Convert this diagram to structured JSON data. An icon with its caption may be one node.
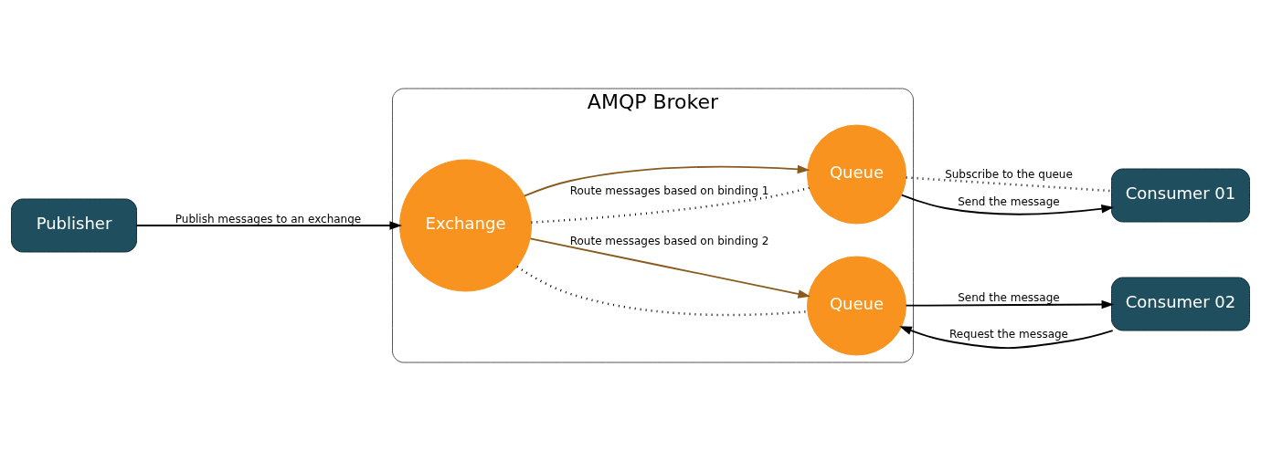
{
  "diagram": {
    "nodes": [
      {
        "text": [
          "AMQP Broker"
        ]
      },
      {
        "text": [
          "Publisher"
        ]
      },
      {
        "text": [
          "Exchange"
        ],
        "in": 0
      },
      {
        "text": [
          "Queue"
        ],
        "in": 0
      },
      {
        "text": [
          "Queue"
        ],
        "in": 0
      },
      {
        "text": [
          "Consumer 01"
        ]
      },
      {
        "text": [
          "Consumer 02"
        ]
      }
    ],
    "edges": [
      {
        "from": 1,
        "to": 2,
        "arrow": "to",
        "label": "Publish messages to an exchange"
      },
      {
        "from": 2,
        "to": 3,
        "arrow": "none",
        "style": "dashed",
        "label": "Route messages based on binding 1"
      },
      {
        "from": 2,
        "to": 3,
        "arrow": "to",
        "color": "#8a5a1e"
      },
      {
        "from": 2,
        "to": 4,
        "arrow": "none",
        "style": "dashed"
      },
      {
        "from": 2,
        "to": 4,
        "arrow": "to",
        "color": "#8a5a1e",
        "label": "Route messages based on binding 2"
      },
      {
        "from": 3,
        "to": 5,
        "arrow": "none",
        "style": "dashed",
        "label": "Subscribe to the queue"
      },
      {
        "from": 3,
        "to": 5,
        "arrow": "to",
        "label": "Send the message"
      },
      {
        "from": 6,
        "to": 4,
        "arrow": "to",
        "label": "Request the message"
      },
      {
        "from": 4,
        "to": 6,
        "arrow": "to",
        "label": "Send the message"
      }
    ]
  }
}
